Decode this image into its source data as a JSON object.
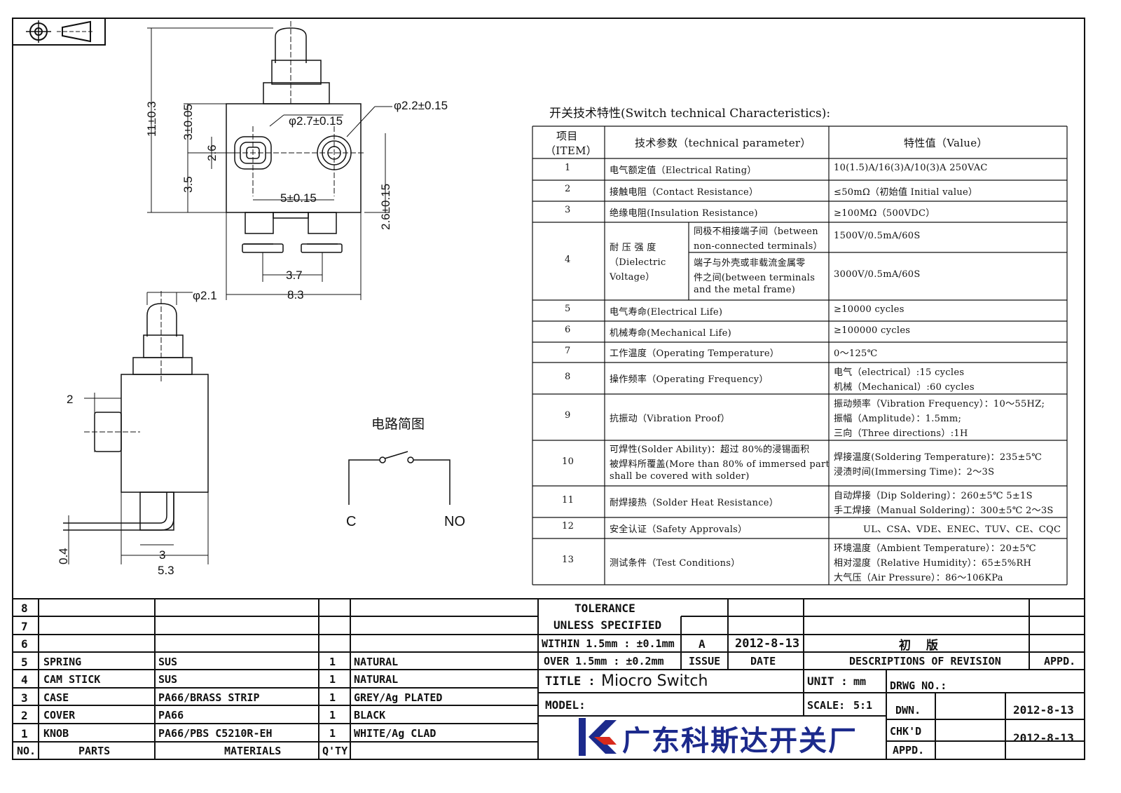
{
  "drawing": {
    "dims": {
      "overall_height": "11±0.3",
      "upper_height": "3±0.05",
      "hole_height": "2.6",
      "lower_height": "3.5",
      "hole_left": "φ2.7±0.15",
      "hole_right": "φ2.2±0.15",
      "hole_pitch": "5±0.15",
      "body_height": "2.6±0.15",
      "terminal_pitch": "3.7",
      "body_width": "8.3",
      "knob_dia": "φ2.1",
      "offset_2": "2",
      "terminal_3": "3",
      "side_width": "5.3",
      "thickness": "0.4"
    },
    "circuit": {
      "title": "电路简图",
      "left_label": "C",
      "right_label": "NO"
    }
  },
  "specs": {
    "title": "开关技术特性(Switch technical Characteristics):",
    "headers": {
      "item": [
        "项目",
        "（ITEM）"
      ],
      "param": "技术参数（technical parameter）",
      "value": "特性值（Value）"
    },
    "rows": [
      {
        "item": "1",
        "param": [
          "电气额定值（Electrical Rating）"
        ],
        "value": [
          "10(1.5)A/16(3)A/10(3)A   250VAC"
        ]
      },
      {
        "item": "2",
        "param": [
          "接触电阻（Contact  Resistance）"
        ],
        "value": [
          "≤50mΩ（初始值 Initial value）"
        ]
      },
      {
        "item": "3",
        "param": [
          "绝缘电阻(Insulation Resistance)"
        ],
        "value": [
          "≥100MΩ（500VDC）"
        ]
      },
      {
        "item": "4",
        "param": [
          "耐 压 强 度",
          "（Dielectric",
          "Voltage）"
        ],
        "sub": [
          {
            "cond": [
              "同极不相接端子间（between",
              "non-connected terminals）"
            ],
            "value": "1500V/0.5mA/60S"
          },
          {
            "cond": [
              "端子与外壳或非载流金属零",
              "件之间(between terminals",
              "and the metal frame)"
            ],
            "value": "3000V/0.5mA/60S"
          }
        ]
      },
      {
        "item": "5",
        "param": [
          "电气寿命(Electrical Life)"
        ],
        "value": [
          "≥10000 cycles"
        ]
      },
      {
        "item": "6",
        "param": [
          "机械寿命(Mechanical Life)"
        ],
        "value": [
          "≥100000 cycles"
        ]
      },
      {
        "item": "7",
        "param": [
          "工作温度（Operating Temperature）"
        ],
        "value": [
          "0～125℃"
        ]
      },
      {
        "item": "8",
        "param": [
          "操作频率（Operating Frequency）"
        ],
        "value": [
          "电气（electrical）:15 cycles",
          "机械（Mechanical）:60 cycles"
        ]
      },
      {
        "item": "9",
        "param": [
          "抗振动（Vibration Proof）"
        ],
        "value": [
          "振动频率（Vibration Frequency）：10～55HZ;",
          "振幅（Amplitude）：1.5mm;",
          "三向（Three directions）:1H"
        ]
      },
      {
        "item": "10",
        "param": [
          "可焊性(Solder Ability)：超过 80%的浸锡面积",
          "被焊料所覆盖(More than 80% of immersed part",
          "shall be covered with solder)"
        ],
        "value": [
          "焊接温度(Soldering Temperature)：235±5℃",
          "浸渍时间(Immersing Time)：2～3S"
        ]
      },
      {
        "item": "11",
        "param": [
          "耐焊接热（Solder Heat Resistance）"
        ],
        "value": [
          "自动焊接（Dip Soldering）：260±5℃ 5±1S",
          "手工焊接（Manual Soldering）：300±5℃ 2～3S"
        ]
      },
      {
        "item": "12",
        "param": [
          "安全认证（Safety Approvals）"
        ],
        "value": [
          "UL、CSA、VDE、ENEC、TUV、CE、CQC"
        ]
      },
      {
        "item": "13",
        "param": [
          "测试条件（Test Conditions）"
        ],
        "value": [
          "环境温度（Ambient Temperature）：20±5℃",
          "相对湿度（Relative Humidity）：65±5%RH",
          "大气压（Air Pressure）：86～106KPa"
        ]
      }
    ]
  },
  "bom": {
    "rows": [
      {
        "no": "8",
        "part": "",
        "material": "",
        "qty": "",
        "finish": ""
      },
      {
        "no": "7",
        "part": "",
        "material": "",
        "qty": "",
        "finish": ""
      },
      {
        "no": "6",
        "part": "",
        "material": "",
        "qty": "",
        "finish": ""
      },
      {
        "no": "5",
        "part": "SPRING",
        "material": "SUS",
        "qty": "1",
        "finish": "NATURAL"
      },
      {
        "no": "4",
        "part": "CAM STICK",
        "material": "SUS",
        "qty": "1",
        "finish": "NATURAL"
      },
      {
        "no": "3",
        "part": "CASE",
        "material": "PA66/BRASS STRIP",
        "qty": "1",
        "finish": "GREY/Ag PLATED"
      },
      {
        "no": "2",
        "part": "COVER",
        "material": "PA66",
        "qty": "1",
        "finish": "BLACK"
      },
      {
        "no": "1",
        "part": "KNOB",
        "material": "PA66/PBS C5210R-EH",
        "qty": "1",
        "finish": "WHITE/Ag CLAD"
      }
    ],
    "header": {
      "no": "NO.",
      "part": "PARTS",
      "material": "MATERIALS",
      "qty": "Q'TY"
    }
  },
  "title_block": {
    "tolerance": [
      "TOLERANCE",
      "UNLESS  SPECIFIED",
      "WITHIN 1.5mm : ±0.1mm",
      "OVER 1.5mm : ±0.2mm"
    ],
    "revision": {
      "issue_val": "A",
      "date_val": "2012-8-13",
      "desc_val": "初 版",
      "issue": "ISSUE",
      "date": "DATE",
      "desc": "DESCRIPTIONS OF REVISION",
      "appd": "APPD."
    },
    "title_label": "TITLE :",
    "title": "Miocro Switch",
    "model_label": "MODEL:",
    "unit_label": "UNIT :",
    "unit": "mm",
    "scale_label": "SCALE:",
    "scale": "5:1",
    "drwg_no_label": "DRWG NO.:",
    "dwn_label": "DWN.",
    "dwn_date": "2012-8-13",
    "chkd_label": "CHK'D",
    "chkd_date": "2012-8-13",
    "appd_label": "APPD.",
    "company": "广东科斯达开关厂",
    "brand_color": "#1c2a8c",
    "accent_color": "#d92a1c"
  }
}
